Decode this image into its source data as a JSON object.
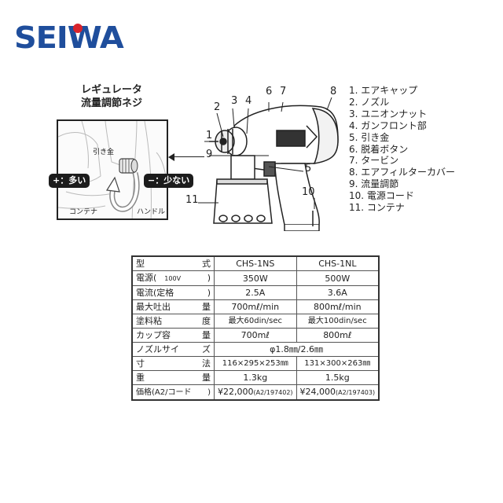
{
  "brand": {
    "logo_text": "SEIWA",
    "logo_color": "#1f4e9c",
    "logo_dot_color": "#d8242c"
  },
  "regulator": {
    "title_line1": "レギュレータ",
    "title_line2": "流量調節ネジ",
    "labels": {
      "trigger": "引き金",
      "container": "コンテナ",
      "handle": "ハンドル"
    },
    "more_pill": "+：多い",
    "less_pill": "−：少ない"
  },
  "diagram": {
    "callouts": [
      "1",
      "2",
      "3",
      "4",
      "5",
      "6",
      "7",
      "8",
      "9",
      "10",
      "11"
    ]
  },
  "parts_list": [
    "1. エアキャップ",
    "2. ノズル",
    "3. ユニオンナット",
    "4. ガンフロント部",
    "5. 引き金",
    "6. 脱着ボタン",
    "7. タービン",
    "8. エアフィルターカバー",
    "9. 流量調節",
    "10. 電源コード",
    "11. コンテナ"
  ],
  "spec_table": {
    "header": {
      "label_a": "型",
      "label_b": "式",
      "col1": "CHS-1NS",
      "col2": "CHS-1NL"
    },
    "rows": [
      {
        "label_a": "電源(",
        "label_mid": "100V",
        "label_b": ")",
        "col1": "350W",
        "col2": "500W"
      },
      {
        "label_a": "電流(定格",
        "label_b": ")",
        "col1": "2.5A",
        "col2": "3.6A"
      },
      {
        "label_a": "最大吐出",
        "label_b": "量",
        "col1": "700mℓ/min",
        "col2": "800mℓ/min"
      },
      {
        "label_a": "塗料粘",
        "label_b": "度",
        "col1": "最大60din/sec",
        "col2": "最大100din/sec"
      },
      {
        "label_a": "カップ容",
        "label_b": "量",
        "col1": "700mℓ",
        "col2": "800mℓ"
      },
      {
        "label_a": "ノズルサイ",
        "label_b": "ズ",
        "merged": "φ1.8㎜/2.6㎜"
      },
      {
        "label_a": "寸",
        "label_b": "法",
        "col1": "116×295×253㎜",
        "col2": "131×300×263㎜"
      },
      {
        "label_a": "重",
        "label_b": "量",
        "col1": "1.3kg",
        "col2": "1.5kg"
      },
      {
        "label_a": "価格(A2/コード",
        "label_b": ")",
        "col1": "¥22,000",
        "col1_code": "(A2/197402)",
        "col2": "¥24,000",
        "col2_code": "(A2/197403)"
      }
    ]
  }
}
